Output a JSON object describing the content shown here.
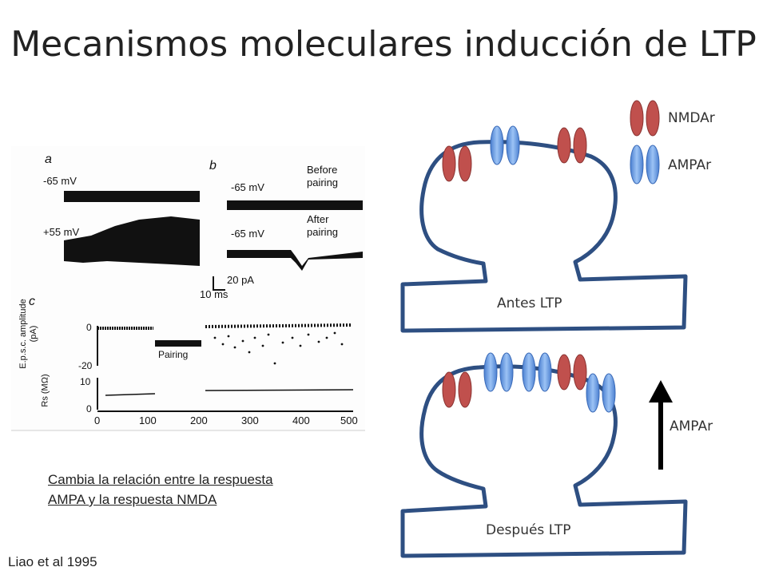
{
  "title": "Mecanismos moleculares inducción de LTP",
  "figure": {
    "panel_a": "a",
    "panel_b": "b",
    "panel_c": "c",
    "trace_a1": "-65 mV",
    "trace_a2": "+55 mV",
    "trace_b1": "-65 mV",
    "trace_b2": "-65 mV",
    "before_pairing": "Before pairing",
    "after_pairing": "After pairing",
    "scale_current": "20 pA",
    "scale_time": "10 ms",
    "pairing_label": "Pairing",
    "ylabel_epsc": "E.p.s.c. amplitude (pA)",
    "ylabel_rs": "Rs (MΩ)",
    "epsc_ticks": [
      "0",
      "-20"
    ],
    "rs_ticks": [
      "10",
      "0"
    ],
    "x_ticks": [
      "0",
      "100",
      "200",
      "300",
      "400",
      "500"
    ]
  },
  "legend": {
    "nmda": "NMDAr",
    "ampa": "AMPAr",
    "nmda_color": "#c0504d",
    "ampa_color": "#5b8fd9"
  },
  "spine_before_label": "Antes LTP",
  "spine_after_label": "Después LTP",
  "arrow_label": "AMPAr",
  "caption": "Cambia la relación entre la respuesta AMPA y la respuesta NMDA",
  "citation": "Liao et al 1995"
}
